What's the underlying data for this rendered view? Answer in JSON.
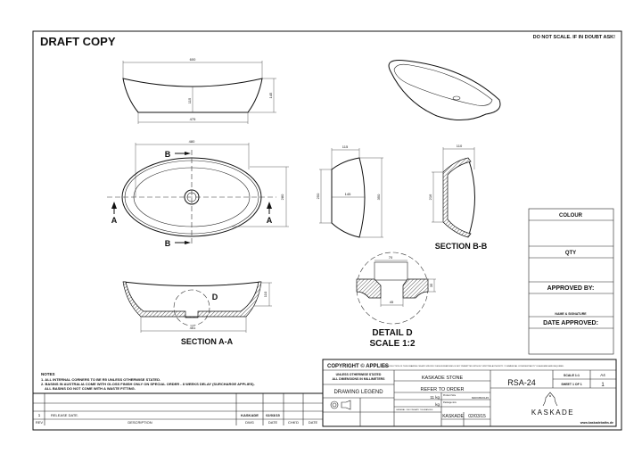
{
  "header": {
    "draft": "DRAFT COPY",
    "warning": "DO NOT SCALE. IF IN DOUBT ASK!"
  },
  "views": {
    "side": {
      "width": "600",
      "depth": "115",
      "height": "145",
      "base": "475"
    },
    "top": {
      "length": "480",
      "width": "280",
      "section_a": "A",
      "section_b": "B"
    },
    "section_aa": {
      "title": "SECTION A-A",
      "base": "451",
      "height": "110",
      "detail": "D"
    },
    "end": {
      "top": "115",
      "mid": "145",
      "left": "250",
      "right": "350"
    },
    "section_bb": {
      "title": "SECTION B-B",
      "top": "110",
      "left": "216"
    },
    "detail_d": {
      "title": "DETAIL D",
      "scale": "SCALE 1:2",
      "top": "70",
      "bottom": "45",
      "height": "35"
    }
  },
  "approval": {
    "colour": "COLOUR",
    "qty": "QTY",
    "approved_by": "APPROVED BY:",
    "signature": "NAME & SIGNATURE",
    "date_approved": "DATE APPROVED:"
  },
  "notes": {
    "title": "NOTES",
    "lines": [
      "1. ALL INTERNAL CORNERS TO BE R5 UNLESS OTHERWISE STATED.",
      "2. BASINS IN AUSTRALIA COME WITH GLOSS FINISH ONLY ON SPECIAL ORDER - 8 WEEKS DELAY (SURCHARGE APPLIES).",
      "   ALL BASINS DO NOT COME WITH A WASTE FITTING."
    ]
  },
  "revisions": {
    "headers": [
      "REV",
      "DESCRIPTION",
      "DWG",
      "DATE",
      "CHK'D",
      "DATE"
    ],
    "rows": [
      {
        "rev": "1",
        "description": "RELEASE DATE.",
        "dwg": "KASKADE",
        "date": "02/03/15"
      }
    ]
  },
  "title_block": {
    "copyright": "COPYRIGHT © APPLIES",
    "copyright_text": "REPRODUCTION OF THIS DRAWING OR ANY SPECIFIC DESIGN FEATURES IS NOT PERMITTED WITHOUT WRITTEN AUTHORITY. 'COMMERCIAL CONFIDENTIALITY' IS ASSUMED AND REQUIRED.",
    "units_line1": "UNLESS OTHERWISE STATED",
    "units_line2": "ALL DIMENSIONS IN MILLIMETERS",
    "legend": "DRAWING LEGEND",
    "material": "KASKADE STONE",
    "finish": "REFER TO ORDER",
    "weight": "11 kg",
    "weight2": "kg",
    "product_size_label": "Product Size",
    "product_size": "600X350X145",
    "package_size_label": "Package size",
    "tolerance_label": "GENERAL / SECONDARY TOLERANCES",
    "drawn": "KASKADE",
    "drawn_date": "02/03/15",
    "drawing_number": "RSA-24",
    "scale": "SCALE 1:1",
    "size": "A4",
    "sheet": "SHEET 1 OF 1",
    "rev": "1",
    "brand": "KASKADE",
    "website": "www.kaskadebaths.de"
  }
}
